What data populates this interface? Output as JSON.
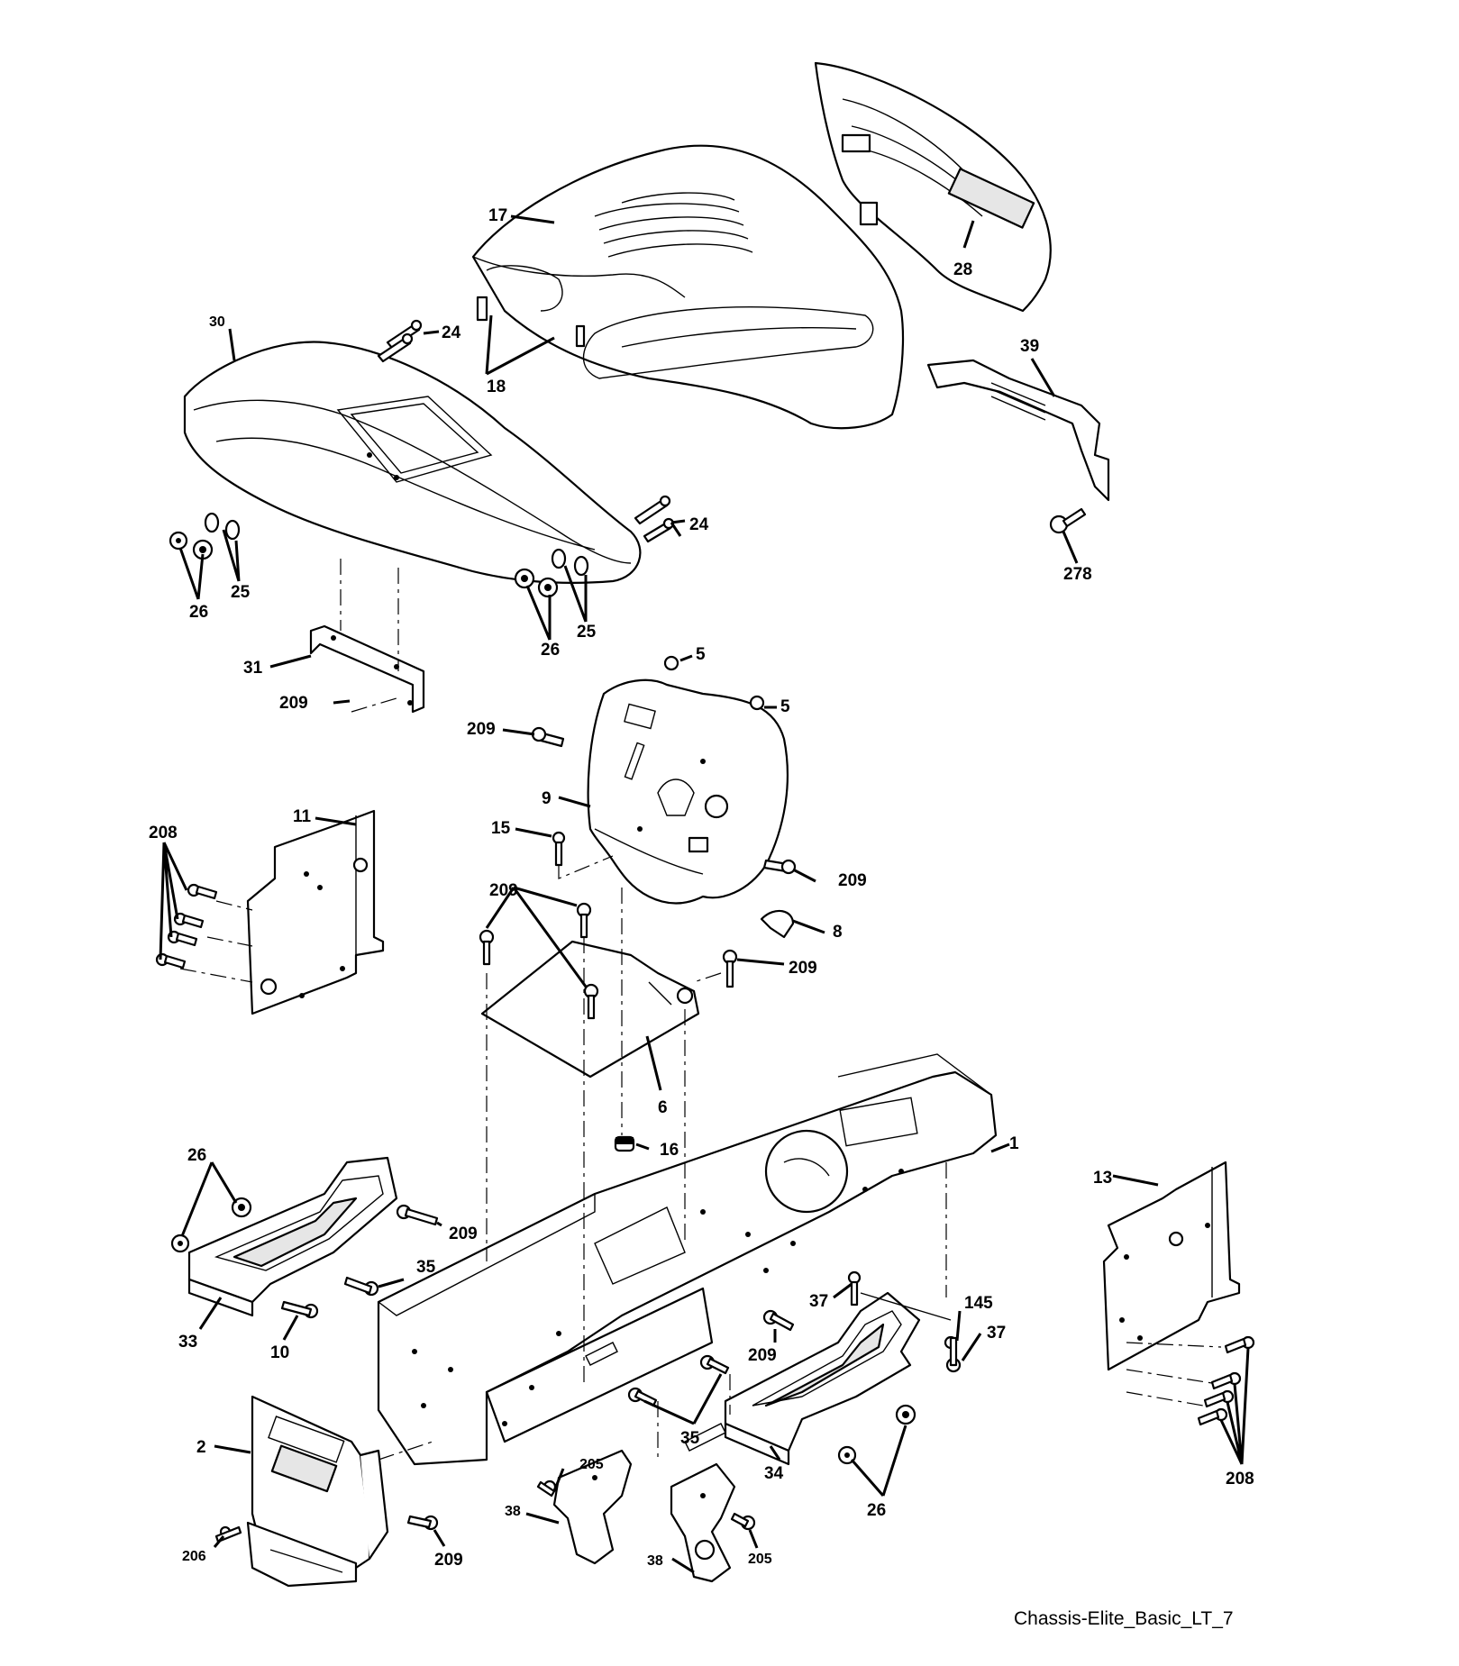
{
  "diagram": {
    "caption": "Chassis-Elite_Basic_LT_7",
    "callouts": [
      {
        "id": "17",
        "text": "17"
      },
      {
        "id": "28",
        "text": "28"
      },
      {
        "id": "30",
        "text": "30"
      },
      {
        "id": "24a",
        "text": "24"
      },
      {
        "id": "18",
        "text": "18"
      },
      {
        "id": "39",
        "text": "39"
      },
      {
        "id": "24b",
        "text": "24"
      },
      {
        "id": "278",
        "text": "278"
      },
      {
        "id": "25a",
        "text": "25"
      },
      {
        "id": "26a",
        "text": "26"
      },
      {
        "id": "25b",
        "text": "25"
      },
      {
        "id": "26b",
        "text": "26"
      },
      {
        "id": "31",
        "text": "31"
      },
      {
        "id": "209a",
        "text": "209"
      },
      {
        "id": "5a",
        "text": "5"
      },
      {
        "id": "5b",
        "text": "5"
      },
      {
        "id": "209b",
        "text": "209"
      },
      {
        "id": "9",
        "text": "9"
      },
      {
        "id": "208a",
        "text": "208"
      },
      {
        "id": "11",
        "text": "11"
      },
      {
        "id": "15",
        "text": "15"
      },
      {
        "id": "209c",
        "text": "209"
      },
      {
        "id": "209d",
        "text": "209"
      },
      {
        "id": "8",
        "text": "8"
      },
      {
        "id": "209e",
        "text": "209"
      },
      {
        "id": "6",
        "text": "6"
      },
      {
        "id": "16",
        "text": "16"
      },
      {
        "id": "1",
        "text": "1"
      },
      {
        "id": "26c",
        "text": "26"
      },
      {
        "id": "13",
        "text": "13"
      },
      {
        "id": "209f",
        "text": "209"
      },
      {
        "id": "35a",
        "text": "35"
      },
      {
        "id": "37a",
        "text": "37"
      },
      {
        "id": "145",
        "text": "145"
      },
      {
        "id": "37b",
        "text": "37"
      },
      {
        "id": "33",
        "text": "33"
      },
      {
        "id": "10",
        "text": "10"
      },
      {
        "id": "209g",
        "text": "209"
      },
      {
        "id": "35b",
        "text": "35"
      },
      {
        "id": "2",
        "text": "2"
      },
      {
        "id": "205a",
        "text": "205"
      },
      {
        "id": "34",
        "text": "34"
      },
      {
        "id": "26d",
        "text": "26"
      },
      {
        "id": "208b",
        "text": "208"
      },
      {
        "id": "38a",
        "text": "38"
      },
      {
        "id": "206",
        "text": "206"
      },
      {
        "id": "209h",
        "text": "209"
      },
      {
        "id": "38b",
        "text": "38"
      },
      {
        "id": "205b",
        "text": "205"
      }
    ]
  }
}
